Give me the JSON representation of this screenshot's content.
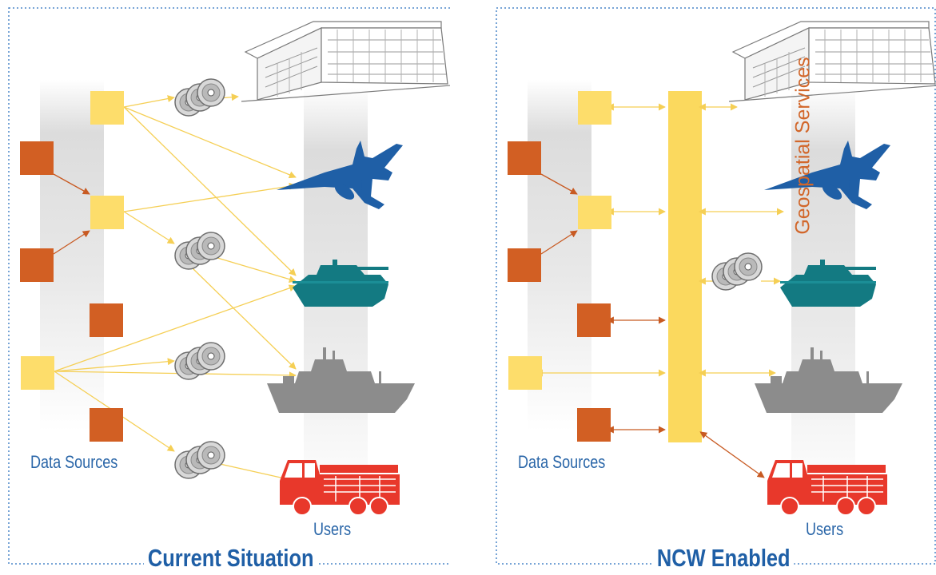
{
  "panels": {
    "current": {
      "title": "Current Situation",
      "data_sources_label": "Data Sources",
      "users_label": "Users"
    },
    "ncw": {
      "title": "NCW Enabled",
      "data_sources_label": "Data Sources",
      "users_label": "Users",
      "hub_label": "Geospatial Services"
    }
  },
  "colors": {
    "border": "#4a86c8",
    "processed_source": "#fddd6b",
    "raw_source": "#d25f23",
    "arrow_yellow": "#f5cf55",
    "arrow_orange": "#c85a22",
    "hub": "#fbd95e",
    "aircraft": "#1f5fa6",
    "tank": "#137a82",
    "ship": "#8c8c8c",
    "fire_truck": "#e8382b",
    "label_blue": "#2a66a8"
  },
  "icons": [
    "building-icon",
    "aircraft-icon",
    "tank-icon",
    "ship-icon",
    "fire-truck-icon",
    "disc-stack-icon"
  ]
}
